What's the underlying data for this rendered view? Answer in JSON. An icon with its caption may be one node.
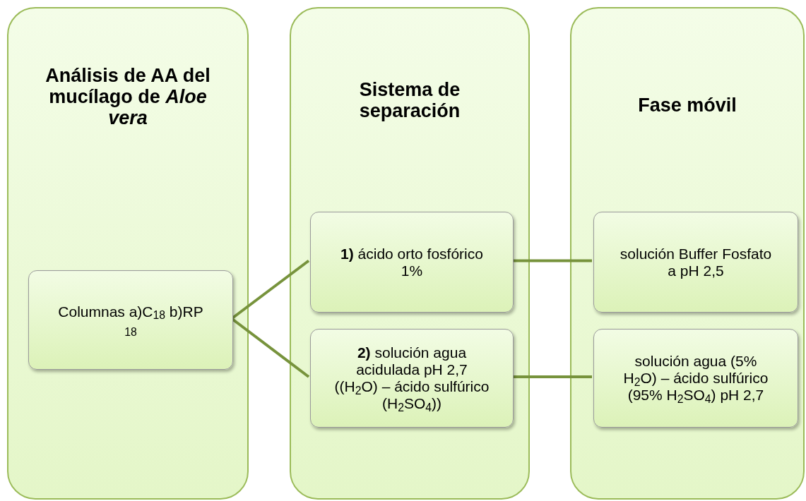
{
  "diagram": {
    "nodes": [
      {
        "text": [
          "Análisis de AA del mucílago de *Aloe vera*"
        ]
      },
      {
        "text": [
          "Sistema de separación"
        ]
      },
      {
        "text": [
          "Fase móvil"
        ]
      },
      {
        "text": [
          "Columnas a)C$_{18}$ b)RP $_{18}$"
        ],
        "in": 0
      },
      {
        "text": [
          "**1)** ácido orto fosfórico 1%"
        ],
        "in": 1
      },
      {
        "text": [
          "**2)** solución agua acidulada pH 2,7 ((H$_{2}$O) – ácido sulfúrico (H$_{2}$SO$_{4}$))"
        ],
        "in": 1
      },
      {
        "text": [
          "solución Buffer Fosfato a pH 2,5"
        ],
        "in": 2
      },
      {
        "text": [
          "solución agua (5% H$_{2}$O) – ácido sulfúrico (95% H$_{2}$SO$_{4}$) pH 2,7"
        ],
        "in": 2
      }
    ],
    "edges": [
      {
        "from": 3,
        "to": 4,
        "arrow": "none"
      },
      {
        "from": 3,
        "to": 5,
        "arrow": "none"
      },
      {
        "from": 4,
        "to": 6,
        "arrow": "none"
      },
      {
        "from": 5,
        "to": 7,
        "arrow": "none"
      }
    ]
  }
}
